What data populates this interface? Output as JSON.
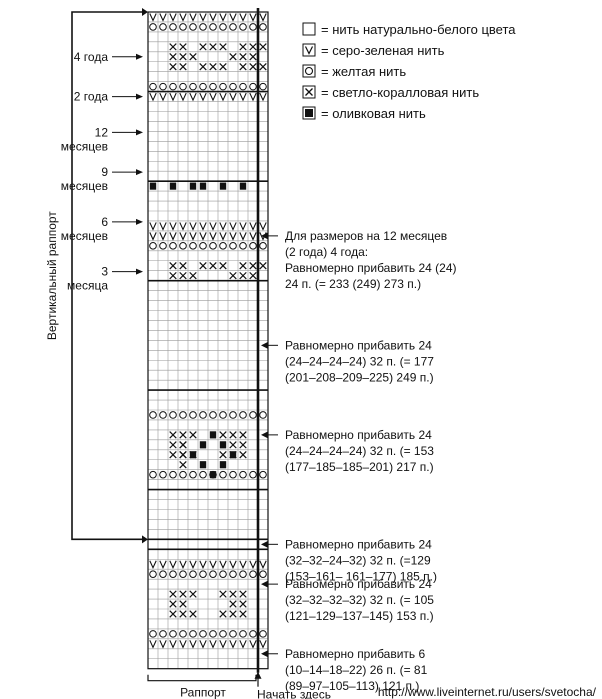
{
  "vertical_repeat_label": "Вертикальный раппорт",
  "age_markers": [
    {
      "lines": [
        "4 года"
      ],
      "row": 4
    },
    {
      "lines": [
        "2 года"
      ],
      "row": 8
    },
    {
      "lines": [
        "12",
        "месяцев"
      ],
      "row": 13
    },
    {
      "lines": [
        "9",
        "месяцев"
      ],
      "row": 17
    },
    {
      "lines": [
        "6",
        "месяцев"
      ],
      "row": 22
    },
    {
      "lines": [
        "3",
        "месяца"
      ],
      "row": 27
    }
  ],
  "legend": [
    {
      "symbol": "empty",
      "text": "= нить натурально-белого цвета"
    },
    {
      "symbol": "V",
      "text": "= серо-зеленая нить"
    },
    {
      "symbol": "O",
      "text": "= желтая нить"
    },
    {
      "symbol": "X",
      "text": "= светло-коралловая нить"
    },
    {
      "symbol": "fill",
      "text": "= оливковая нить"
    }
  ],
  "notes": [
    {
      "row": 22,
      "lines": [
        "Для размеров на 12 месяцев",
        "(2 года) 4 года:",
        "Равномерно прибавить 24 (24)",
        "24 п. (= 233 (249) 273 п.)"
      ]
    },
    {
      "row": 33,
      "lines": [
        "Равномерно прибавить 24",
        "(24–24–24–24) 32 п. (= 177",
        "(201–208–209–225) 249 п.)"
      ]
    },
    {
      "row": 42,
      "lines": [
        "Равномерно прибавить 24",
        "(24–24–24–24) 32 п. (= 153",
        "(177–185–185–201) 217 п.)"
      ]
    },
    {
      "row": 53,
      "lines": [
        "Равномерно прибавить 24",
        "(32–32–24–32) 32 п. (=129",
        "(153–161– 161–177) 185 п.)"
      ]
    },
    {
      "row": 57,
      "lines": [
        "Равномерно прибавить 24",
        "(32–32–32–32) 32 п. (= 105",
        "(121–129–137–145) 153 п.)"
      ]
    },
    {
      "row": 64,
      "lines": [
        "Равномерно прибавить 6",
        "(10–14–18–22) 26 п. (= 81",
        "(89–97–105–113) 121 п.)"
      ]
    }
  ],
  "repeat_label": "Раппорт",
  "start_label": "Начать здесь",
  "watermark": "http://www.liveinternet.ru/users/svetocha/",
  "grid": {
    "columns": 12,
    "rows": 66,
    "pattern_columns": 10,
    "thick_lines_after_rows": [
      8,
      17,
      27,
      38,
      48,
      53,
      54
    ],
    "repeat_rows": [
      "VVVVVVVVVVVV",
      "OOOOOOOOOOOO",
      "............",
      "..XX.XXX.XXX",
      "..XXX...XXX.",
      "..XX.XXX.XXX",
      "............",
      "OOOOOOOOOOOO",
      "VVVVVVVVVVVV",
      "............",
      "............",
      "............",
      "............",
      "............",
      "............",
      "............",
      "............",
      "............",
      "............",
      "............",
      "............",
      "VVVVVVVVVVVV"
    ],
    "motif_rows": [
      "............",
      "OOOOOOOOOOOO",
      "............",
      "..XXX..XXX..",
      "..XX....XX..",
      "..XXX..XXX..",
      "............",
      "OOOOOOOOOOOO",
      "............"
    ],
    "bottom_rows": [
      "VVVVVVVVVVVV",
      "OOOOOOOOOOOO",
      "............",
      "..XXX..XXX..",
      "..XX....XX..",
      "..XXX..XXX..",
      "............",
      "OOOOOOOOOOOO",
      "VVVVVVVVVVVV",
      "............",
      "............"
    ],
    "olive_row_marks": [
      11,
      14,
      17,
      20,
      23,
      26
    ],
    "diamond": {
      "filled": [
        [
          0,
          6
        ],
        [
          1,
          5
        ],
        [
          1,
          7
        ],
        [
          2,
          4
        ],
        [
          2,
          8
        ],
        [
          3,
          5
        ],
        [
          3,
          7
        ],
        [
          4,
          6
        ]
      ],
      "crosses": [
        [
          1,
          3
        ],
        [
          2,
          3
        ],
        [
          3,
          3
        ]
      ]
    }
  }
}
